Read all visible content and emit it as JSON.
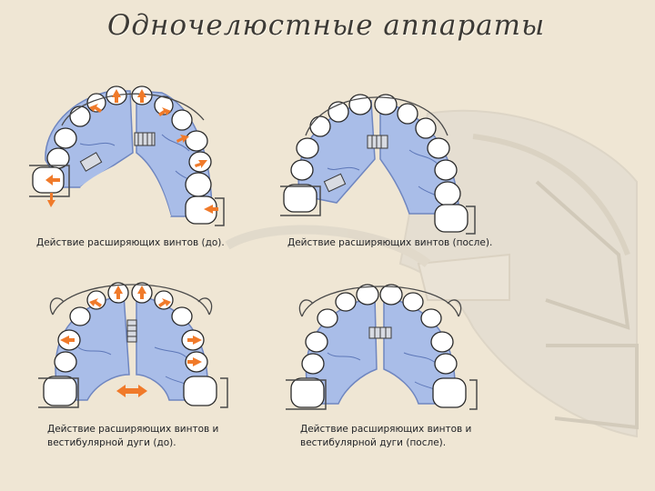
{
  "title": "Одночелюстные аппараты",
  "panels": [
    {
      "caption": [
        "Действие расширяющих винтов (до)."
      ]
    },
    {
      "caption": [
        "Действие расширяющих винтов (после)."
      ]
    },
    {
      "caption": [
        "Действие расширяющих винтов и",
        "вестибулярной дуги (до)."
      ]
    },
    {
      "caption": [
        "Действие расширяющих винтов и",
        "вестибулярной дуги (после)."
      ]
    }
  ],
  "colors": {
    "background": "#efe6d4",
    "plate_blue": "#a9bde8",
    "plate_outline": "#6f86c0",
    "tooth_fill": "#ffffff",
    "tooth_outline": "#2a2a2a",
    "arrow_orange": "#f07a2a",
    "wire": "#4a4a4a"
  },
  "icons": [
    "expansion-screw-icon",
    "arrow-icon",
    "vestibular-wire-icon",
    "clasp-icon",
    "tooth-icon"
  ]
}
